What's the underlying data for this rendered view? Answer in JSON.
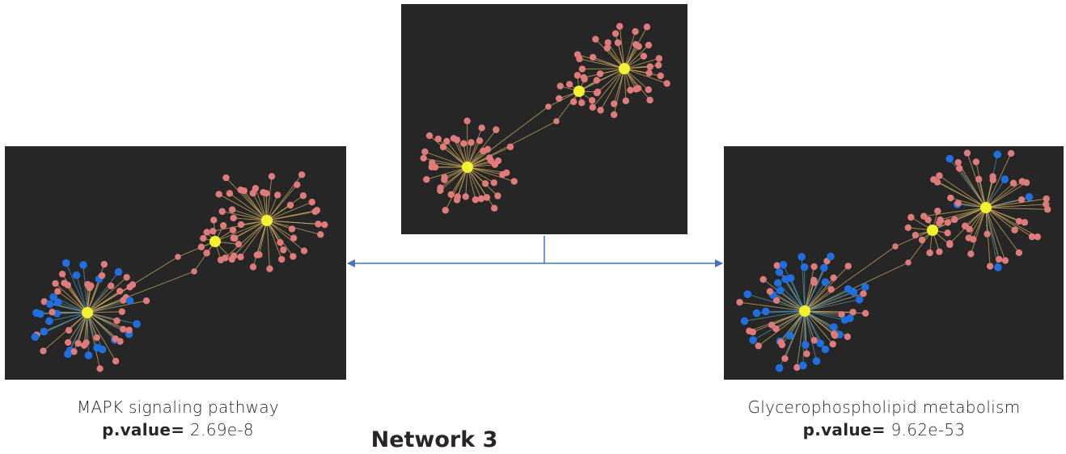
{
  "network_title": "Network 3",
  "left": {
    "pathway": "MAPK signaling pathway",
    "pvalue_label": "p.value=",
    "pvalue": "2.69e-8"
  },
  "right": {
    "pathway": "Glycerophospholipid metabolism",
    "pvalue_label": "p.value=",
    "pvalue": "9.62e-53"
  },
  "colors": {
    "panel_background": "#262626",
    "hub_node": "#f2f230",
    "pink_node": "#e07b7b",
    "blue_node": "#1f6fe0",
    "edge": "#c8a35a",
    "arrow": "#4472c4"
  }
}
